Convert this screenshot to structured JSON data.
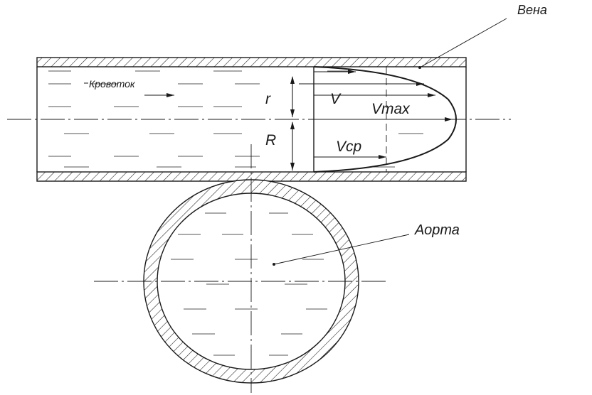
{
  "labels": {
    "vein": "Вена",
    "aorta": "Аорта",
    "blood_flow": "Кровоток",
    "r": "r",
    "R": "R",
    "V": "V",
    "Vmax": "Vmax",
    "Vcp": "Vср"
  }
}
